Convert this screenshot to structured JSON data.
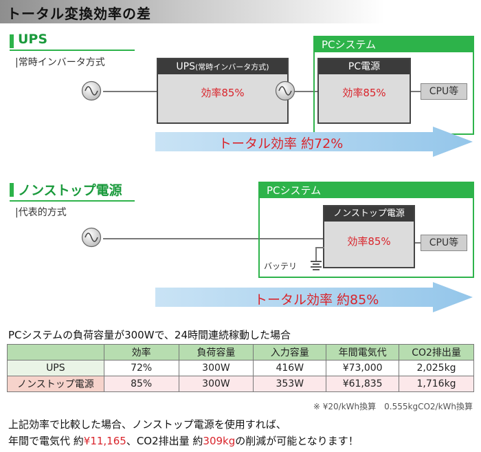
{
  "title": "トータル変換効率の差",
  "sections": {
    "ups": {
      "title": "UPS",
      "subtitle": "|常時インバータ方式",
      "ups_box": {
        "label_main": "UPS",
        "label_sub": "(常時インバータ方式)",
        "efficiency": "効率85%"
      },
      "pc_system": {
        "label": "PCシステム",
        "psu_label": "PC電源",
        "psu_efficiency": "効率85%",
        "cpu_label": "CPU等"
      },
      "total": "トータル効率 約72%"
    },
    "nonstop": {
      "title": "ノンストップ電源",
      "subtitle": "|代表的方式",
      "pc_system": {
        "label": "PCシステム",
        "psu_label": "ノンストップ電源",
        "psu_efficiency": "効率85%",
        "cpu_label": "CPU等"
      },
      "battery_label": "バッテリ",
      "total": "トータル効率 約85%"
    }
  },
  "table": {
    "caption": "PCシステムの負荷容量が300Wで、24時間連続稼動した場合",
    "headers": [
      "",
      "効率",
      "負荷容量",
      "入力容量",
      "年間電気代",
      "CO2排出量"
    ],
    "rows": [
      [
        "UPS",
        "72%",
        "300W",
        "416W",
        "¥73,000",
        "2,025kg"
      ],
      [
        "ノンストップ電源",
        "85%",
        "300W",
        "353W",
        "¥61,835",
        "1,716kg"
      ]
    ],
    "note": "※ ¥20/kWh換算　0.555kgCO2/kWh換算"
  },
  "conclusion": {
    "line1": "上記効率で比較した場合、ノンストップ電源を使用すれば、",
    "line2_prefix": "年間で電気代 約",
    "saving_cost": "¥11,165",
    "line2_mid": "、CO2排出量 約",
    "saving_co2": "309kg",
    "line2_suffix": "の削減が可能となります！"
  },
  "colors": {
    "green": "#2db34a",
    "red": "#d9242b",
    "arrow_blue": "#a9d3ef"
  }
}
